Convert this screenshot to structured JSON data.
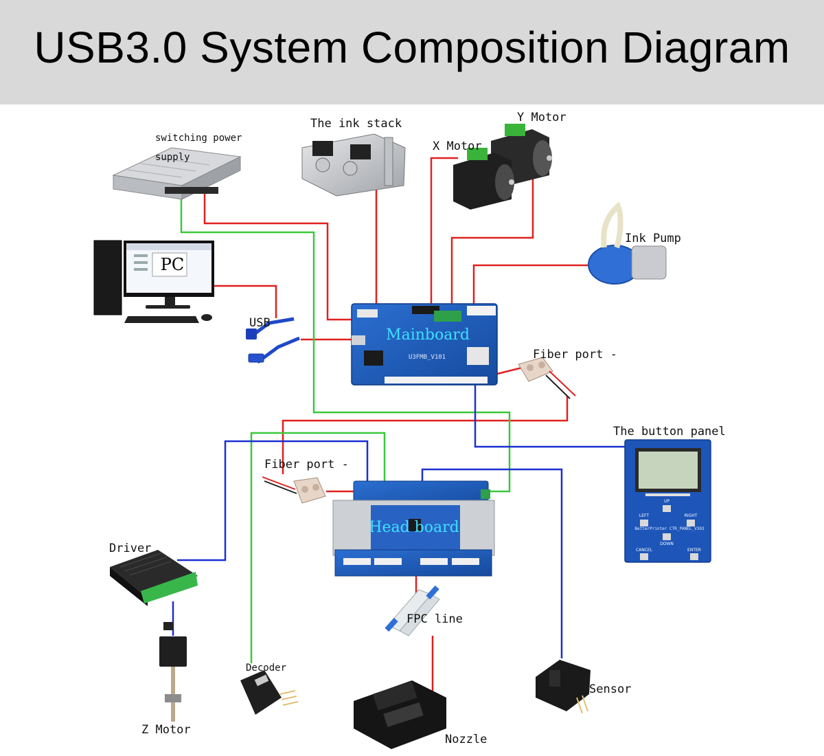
{
  "title": "USB3.0 System Composition Diagram",
  "components": {
    "switching_power": "switching power\nsupply",
    "ink_stack": "The ink stack",
    "x_motor": "X Motor",
    "y_motor": "Y Motor",
    "ink_pump": "Ink Pump",
    "pc": "PC",
    "usb": "USB",
    "mainboard": "Mainboard",
    "fiber_port_top": "Fiber port -",
    "button_panel": "The button panel",
    "fiber_port_bottom": "Fiber port -",
    "head_board": "Head board",
    "driver": "Driver",
    "fpc_line": "FPC line",
    "decoder": "Decoder",
    "sensor": "Sensor",
    "z_motor": "Z Motor",
    "nozzle": "Nozzle"
  },
  "board_silkscreen": {
    "mainboard_code": "U3FMB_V101",
    "panel_code": "BetterPrinter CTR_PANEL_V303",
    "panel_keys": [
      "LEFT",
      "UP",
      "RIGHT",
      "DOWN",
      "CANCEL",
      "ENTER"
    ]
  },
  "wire_colors": {
    "red": "#e02020",
    "green": "#3ac83a",
    "blue": "#1a2fd0"
  }
}
